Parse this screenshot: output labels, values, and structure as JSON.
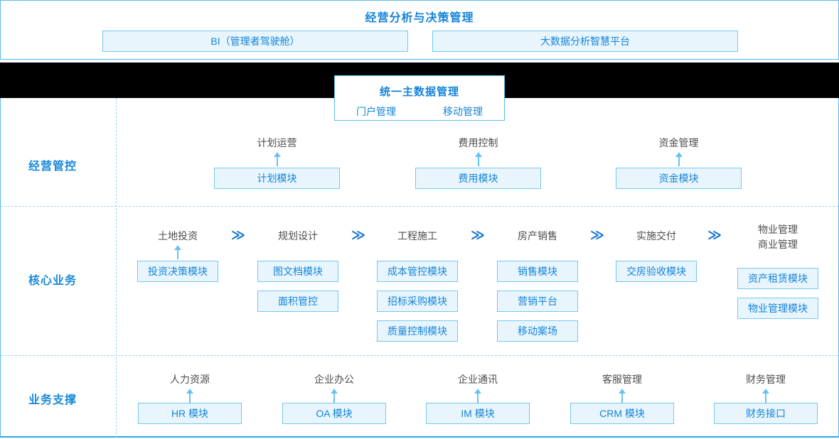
{
  "top_section": {
    "title": "经营分析与决策管理",
    "boxes": [
      {
        "label": "BI（管理者驾驶舱）"
      },
      {
        "label": "大数据分析智慧平台"
      }
    ]
  },
  "master_data": {
    "title": "统一主数据管理",
    "items": [
      {
        "label": "门户管理"
      },
      {
        "label": "移动管理"
      }
    ]
  },
  "chevron_glyph": "≫",
  "rows": [
    {
      "name": "经营管控",
      "groups": [
        {
          "header": "计划运营",
          "modules": [
            "计划模块"
          ]
        },
        {
          "header": "费用控制",
          "modules": [
            "费用模块"
          ]
        },
        {
          "header": "资金管理",
          "modules": [
            "资金模块"
          ]
        }
      ]
    },
    {
      "name": "核心业务",
      "groups": [
        {
          "header": "土地投资",
          "modules": [
            "投资决策模块"
          ]
        },
        {
          "header": "规划设计",
          "modules": [
            "图文档模块",
            "面积管控"
          ]
        },
        {
          "header": "工程施工",
          "modules": [
            "成本管控模块",
            "招标采购模块",
            "质量控制模块"
          ]
        },
        {
          "header": "房产销售",
          "modules": [
            "销售模块",
            "营销平台",
            "移动案场"
          ]
        },
        {
          "header": "实施交付",
          "modules": [
            "交房验收模块"
          ]
        },
        {
          "header_line1": "物业管理",
          "header_line2": "商业管理",
          "modules": [
            "资产租赁模块",
            "物业管理模块"
          ]
        }
      ]
    },
    {
      "name": "业务支撑",
      "groups": [
        {
          "header": "人力资源",
          "modules": [
            "HR 模块"
          ]
        },
        {
          "header": "企业办公",
          "modules": [
            "OA 模块"
          ]
        },
        {
          "header": "企业通讯",
          "modules": [
            "IM 模块"
          ]
        },
        {
          "header": "客服管理",
          "modules": [
            "CRM 模块"
          ]
        },
        {
          "header": "财务管理",
          "modules": [
            "财务接口"
          ]
        }
      ]
    }
  ],
  "colors": {
    "accent_blue": "#1584d8",
    "box_fill": "#e8f5fd",
    "box_border": "#76c8f0",
    "bar_black": "#000000",
    "frame_border": "#59bbee",
    "bottom_border": "#29a9e1",
    "dashed_line": "#9bd5f3",
    "arrow": "#66c3f1",
    "header_text": "#4d4d4d"
  }
}
